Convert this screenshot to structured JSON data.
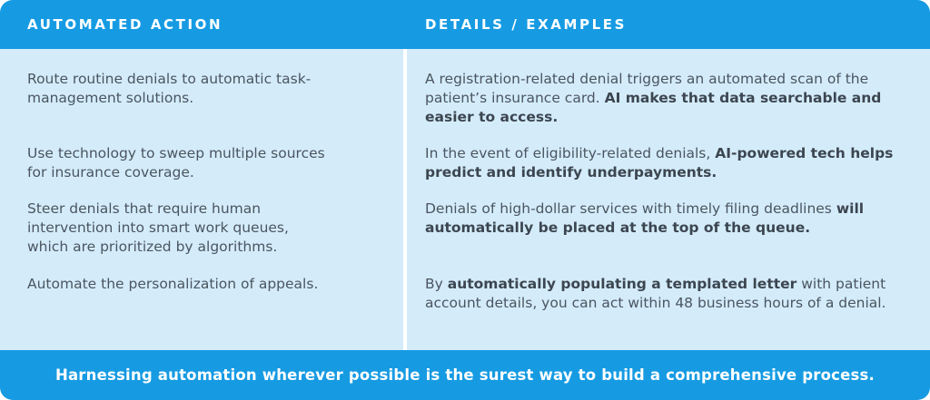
{
  "header": {
    "col1": "AUTOMATED ACTION",
    "col2": "DETAILS / EXAMPLES"
  },
  "rows": [
    {
      "action": "Route routine denials to automatic task-management solutions.",
      "details": {
        "plain1": "A registration-related denial triggers an automated scan of the patient’s insurance card. ",
        "bold": "AI makes that data searchable and easier to access.",
        "plain2": ""
      }
    },
    {
      "action": "Use technology to sweep multiple sources for insurance coverage.",
      "details": {
        "plain1": "In the event of eligibility-related denials, ",
        "bold": "AI-powered tech helps predict and identify underpayments.",
        "plain2": ""
      }
    },
    {
      "action": "Steer denials that require human intervention into smart work queues, which are prioritized by algorithms.",
      "details": {
        "plain1": "Denials of high-dollar services with timely filing deadlines ",
        "bold": "will automatically be placed at the top of the queue.",
        "plain2": ""
      }
    },
    {
      "action": "Automate the personalization of appeals.",
      "details": {
        "plain1": "By ",
        "bold": "automatically populating a templated letter",
        "plain2": " with patient account details, you can act within 48 business hours of a denial."
      }
    }
  ],
  "footer": "Harnessing automation wherever possible is the surest way to build a comprehensive process."
}
